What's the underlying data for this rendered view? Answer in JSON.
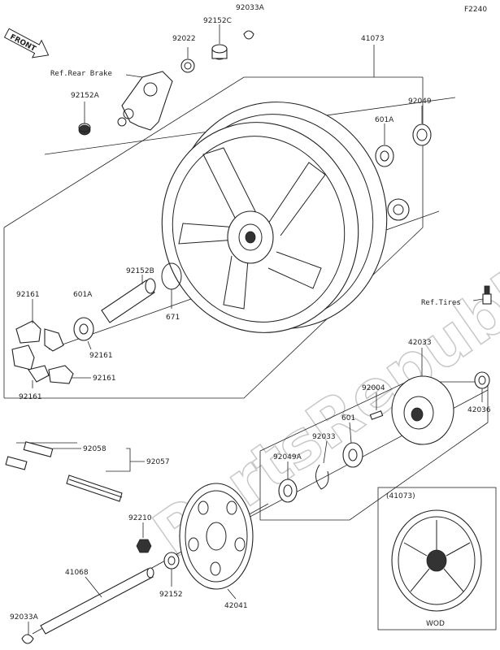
{
  "figure_code": "F2240",
  "front_marker": "FRONT",
  "watermark": "PartsRepublik",
  "inset": {
    "title": "(41073)",
    "caption": "WOD"
  },
  "parts": {
    "p92033A_top": "92033A",
    "p92152C": "92152C",
    "p92022": "92022",
    "p41073": "41073",
    "ref_rear_brake": "Ref.Rear Brake",
    "p92152A": "92152A",
    "p92049": "92049",
    "p601A_right": "601A",
    "p92152B": "92152B",
    "p92161_a": "92161",
    "p601A_left": "601A",
    "p671": "671",
    "ref_tires": "Ref.Tires",
    "p92161_b": "92161",
    "p92161_c": "92161",
    "p92161_d": "92161",
    "p42033": "42033",
    "p92004": "92004",
    "p42036": "42036",
    "p92033": "92033",
    "p601": "601",
    "p92058": "92058",
    "p92057": "92057",
    "p92049A": "92049A",
    "p92210": "92210",
    "p41068": "41068",
    "p92152": "92152",
    "p42041": "42041",
    "p92033A_bottom": "92033A"
  }
}
